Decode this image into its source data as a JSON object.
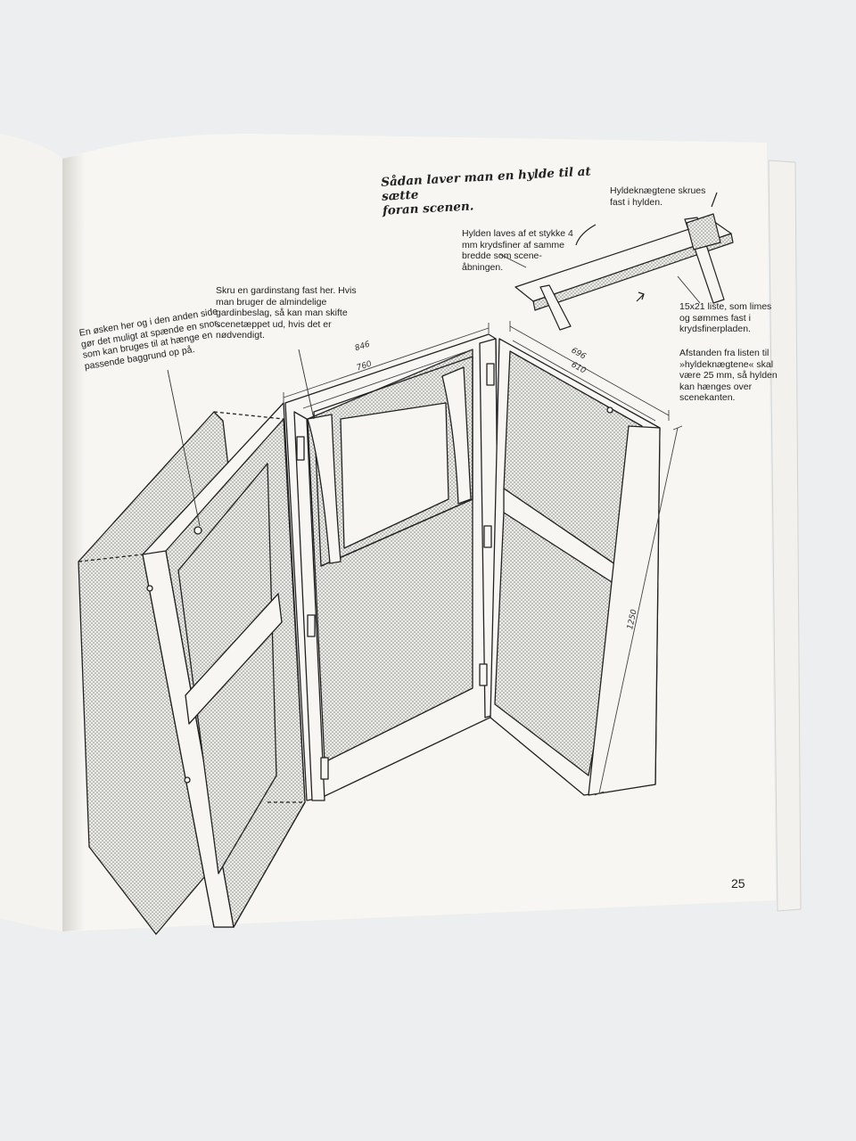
{
  "page": {
    "heading": "Sådan laver man en hylde til at sætte\nforan scenen.",
    "notes": {
      "hinges_note": "Hyldeknægtene skrues\nfast i hylden.",
      "plywood_note": "Hylden laves af et stykke 4\nmm krydsfiner af samme\nbredde som scene-\nåbningen.",
      "strip_note": "15x21 liste, som limes\nog sømmes fast i\nkrydsfinerpladen.",
      "distance_note": "Afstanden fra listen til\n»hyldeknægtene« skal\nvære 25 mm, så hylden\nkan hænges over\nscenekanten.",
      "curtain_rod_note": "Skru en gardinstang fast her. Hvis\nman bruger de almindelige\ngardinbeslag, så kan man skifte\nscenetæppet ud, hvis det er\nnødvendigt.",
      "eyelet_note": "En øsken her og i den anden side\ngør det muligt at spænde en snor,\nsom kan bruges til at hænge en\npassende baggrund op på."
    },
    "dimensions": {
      "front_outer": "846",
      "front_inner": "760",
      "side_outer": "696",
      "side_inner": "610",
      "height": "1250"
    },
    "page_number": "25"
  },
  "colors": {
    "background": "#eceef0",
    "paper": "#f7f6f2",
    "ink": "#222222"
  }
}
